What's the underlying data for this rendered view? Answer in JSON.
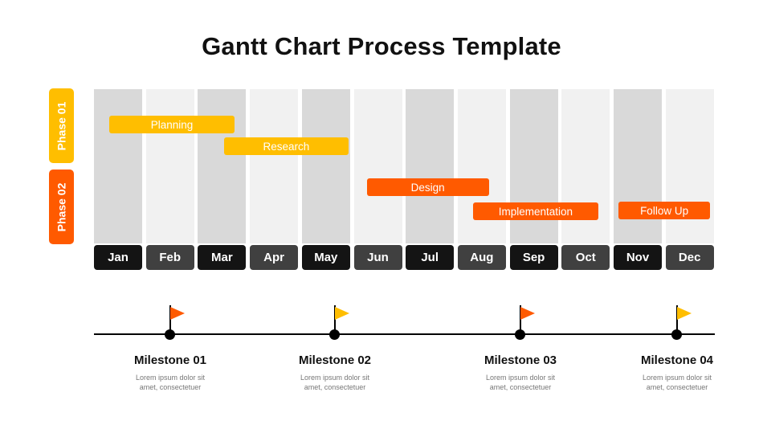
{
  "title": "Gantt Chart Process Template",
  "phases": [
    {
      "label": "Phase 01",
      "color": "#FFBE00"
    },
    {
      "label": "Phase 02",
      "color": "#FF5A00"
    }
  ],
  "months": [
    "Jan",
    "Feb",
    "Mar",
    "Apr",
    "May",
    "Jun",
    "Jul",
    "Aug",
    "Sep",
    "Oct",
    "Nov",
    "Dec"
  ],
  "colors": {
    "column_dark": "#D9D9D9",
    "column_light": "#F1F1F1",
    "month_dark": "#141414",
    "month_light": "#404040",
    "yellow": "#FFBE00",
    "orange": "#FF5A00"
  },
  "tasks": [
    {
      "label": "Planning",
      "start": 0.3,
      "end": 2.7,
      "color": "#FFBE00"
    },
    {
      "label": "Research",
      "start": 2.5,
      "end": 4.9,
      "color": "#FFBE00"
    },
    {
      "label": "Design",
      "start": 5.25,
      "end": 7.6,
      "color": "#FF5A00"
    },
    {
      "label": "Implementation",
      "start": 7.3,
      "end": 9.7,
      "color": "#FF5A00"
    },
    {
      "label": "Follow Up",
      "start": 10.1,
      "end": 11.85,
      "color": "#FF5A00"
    }
  ],
  "milestones": [
    {
      "title": "Milestone 01",
      "text_line1": "Lorem ipsum dolor sit",
      "text_line2": "amet, consectetuer",
      "flag_color": "#FF5A00"
    },
    {
      "title": "Milestone 02",
      "text_line1": "Lorem ipsum dolor sit",
      "text_line2": "amet, consectetuer",
      "flag_color": "#FFBE00"
    },
    {
      "title": "Milestone 03",
      "text_line1": "Lorem ipsum dolor sit",
      "text_line2": "amet, consectetuer",
      "flag_color": "#FF5A00"
    },
    {
      "title": "Milestone 04",
      "text_line1": "Lorem ipsum dolor sit",
      "text_line2": "amet, consectetuer",
      "flag_color": "#FFBE00"
    }
  ]
}
